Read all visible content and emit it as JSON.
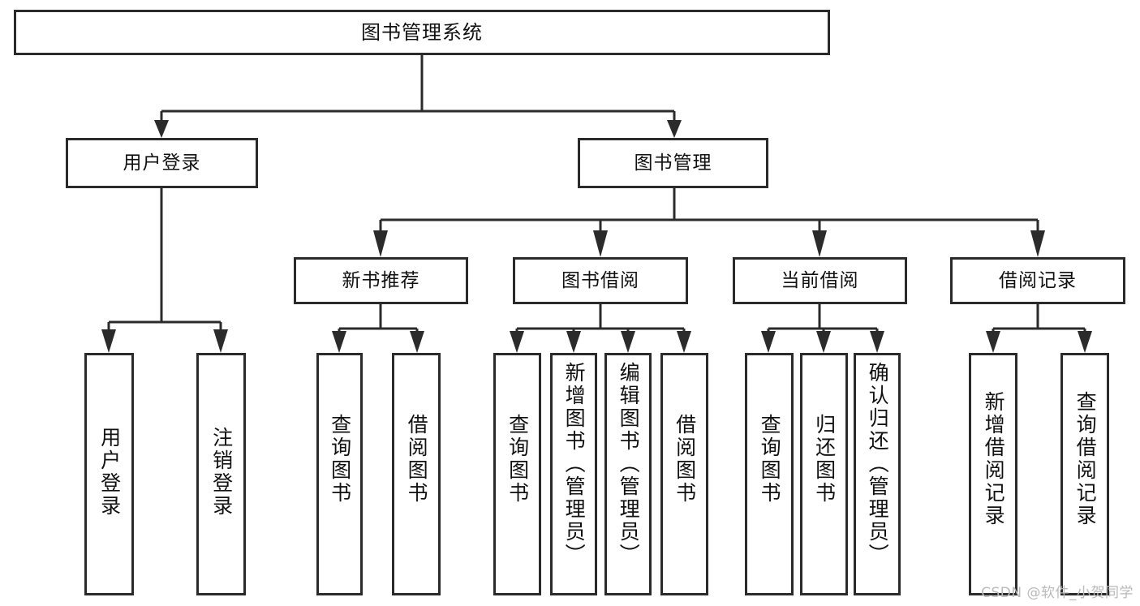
{
  "diagram": {
    "title": "图书管理系统",
    "type": "function-structure-tree",
    "watermark": "CSDN @软件_小贺同学"
  },
  "root": {
    "label": "图书管理系统"
  },
  "level2": [
    {
      "id": "user-login",
      "label": "用户登录"
    },
    {
      "id": "book-management",
      "label": "图书管理"
    }
  ],
  "level3": [
    {
      "id": "new-book-recommend",
      "label": "新书推荐"
    },
    {
      "id": "book-borrow",
      "label": "图书借阅"
    },
    {
      "id": "current-borrow",
      "label": "当前借阅"
    },
    {
      "id": "borrow-record",
      "label": "借阅记录"
    }
  ],
  "leaves": {
    "user_login": [
      {
        "id": "leaf-user-login",
        "label": "用户登录"
      },
      {
        "id": "leaf-logout-login",
        "label": "注销登录"
      }
    ],
    "new_book_recommend": [
      {
        "id": "leaf-query-book-1",
        "label": "查询图书"
      },
      {
        "id": "leaf-borrow-book-1",
        "label": "借阅图书"
      }
    ],
    "book_borrow": [
      {
        "id": "leaf-query-book-2",
        "label": "查询图书"
      },
      {
        "id": "leaf-add-book",
        "label": "新增图书（管理员）"
      },
      {
        "id": "leaf-edit-book",
        "label": "编辑图书（管理员）"
      },
      {
        "id": "leaf-borrow-book-2",
        "label": "借阅图书"
      }
    ],
    "current_borrow": [
      {
        "id": "leaf-query-book-3",
        "label": "查询图书"
      },
      {
        "id": "leaf-return-book",
        "label": "归还图书"
      },
      {
        "id": "leaf-confirm-return",
        "label": "确认归还（管理员）"
      }
    ],
    "borrow_record": [
      {
        "id": "leaf-add-record",
        "label": "新增借阅记录"
      },
      {
        "id": "leaf-query-record",
        "label": "查询借阅记录"
      }
    ]
  },
  "colors": {
    "stroke": "#2b2b2b",
    "background": "#ffffff",
    "text": "#111111",
    "watermark": "#b9b9b9"
  }
}
